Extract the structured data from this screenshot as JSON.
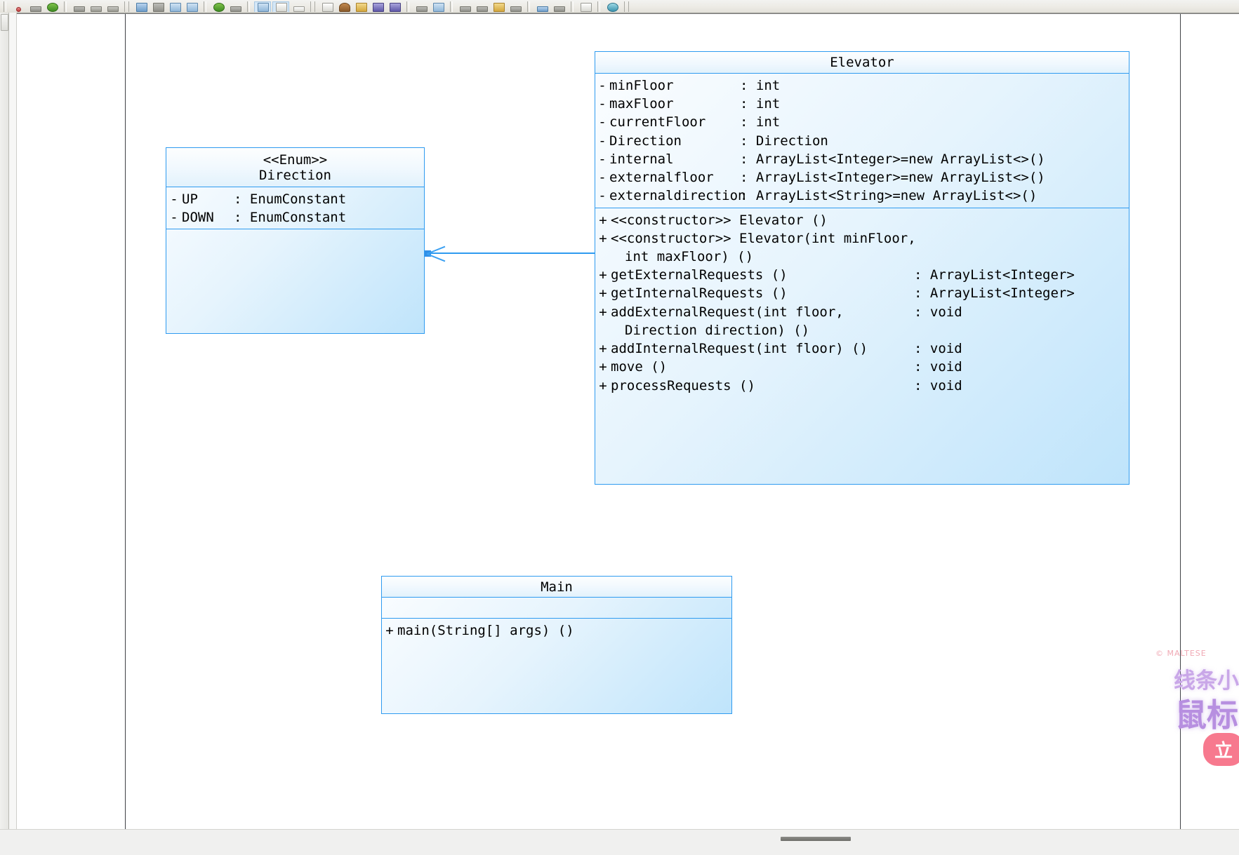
{
  "app": {
    "toolbar": {
      "groups": [
        {
          "name": "edit-group",
          "buttons": [
            {
              "icon": "pen-icon"
            },
            {
              "icon": "eyedropper-icon"
            },
            {
              "icon": "people-icon"
            }
          ]
        },
        {
          "name": "history-group",
          "buttons": [
            {
              "icon": "rectangle-icon"
            },
            {
              "icon": "undo-arrow-icon"
            },
            {
              "icon": "redo-arrow-icon"
            }
          ]
        },
        {
          "name": "align-group",
          "buttons": [
            {
              "icon": "align-top-icon"
            },
            {
              "icon": "align-middle-icon"
            },
            {
              "icon": "align-left-icon"
            },
            {
              "icon": "align-right-icon"
            }
          ]
        },
        {
          "name": "view-group",
          "buttons": [
            {
              "icon": "globe-icon"
            },
            {
              "icon": "cloud-icon"
            }
          ]
        },
        {
          "name": "model-group",
          "buttons": [
            {
              "icon": "diagram-package-icon"
            },
            {
              "icon": "class-list-icon"
            },
            {
              "icon": "properties-icon"
            }
          ]
        },
        {
          "name": "file-group",
          "buttons": [
            {
              "icon": "new-document-icon"
            },
            {
              "icon": "open-folder-brown-icon"
            },
            {
              "icon": "open-folder-gold-icon"
            },
            {
              "icon": "save-icon"
            },
            {
              "icon": "save-all-icon"
            }
          ]
        },
        {
          "name": "print-group",
          "buttons": [
            {
              "icon": "print-icon"
            },
            {
              "icon": "print-preview-icon"
            }
          ]
        },
        {
          "name": "clipboard-group",
          "buttons": [
            {
              "icon": "cut-scissors-icon"
            },
            {
              "icon": "copy-icon"
            },
            {
              "icon": "paste-icon"
            },
            {
              "icon": "format-painter-icon"
            }
          ]
        },
        {
          "name": "zoom-group",
          "buttons": [
            {
              "icon": "zoom-in-pointer-icon"
            },
            {
              "icon": "zoom-out-icon"
            }
          ]
        },
        {
          "name": "layout-group",
          "buttons": [
            {
              "icon": "grid-icon"
            }
          ]
        },
        {
          "name": "help-group",
          "buttons": [
            {
              "icon": "help-globe-icon"
            }
          ]
        }
      ]
    },
    "accent_color": "#2f9bf0",
    "canvas_background": "#ffffff",
    "guide_color": "#3f4246",
    "guides_x": [
      154,
      1657
    ]
  },
  "diagram": {
    "type": "uml-class-diagram",
    "classes": [
      {
        "id": "elevator",
        "name": "Elevator",
        "stereotype": "",
        "attributes": [
          {
            "visibility": "-",
            "name": "minFloor",
            "sep": ":",
            "type": "int"
          },
          {
            "visibility": "-",
            "name": "maxFloor",
            "sep": ":",
            "type": "int"
          },
          {
            "visibility": "-",
            "name": "currentFloor",
            "sep": ":",
            "type": "int"
          },
          {
            "visibility": "-",
            "name": "Direction",
            "sep": ":",
            "type": "Direction"
          },
          {
            "visibility": "-",
            "name": "internal",
            "sep": ":",
            "type": "ArrayList<Integer>=new ArrayList<>()"
          },
          {
            "visibility": "-",
            "name": "externalfloor",
            "sep": ":",
            "type": "ArrayList<Integer>=new ArrayList<>()"
          },
          {
            "visibility": "-",
            "name": "externaldirection",
            "sep": ":",
            "type": "ArrayList<String>=new ArrayList<>()"
          }
        ],
        "methods": [
          {
            "visibility": "+",
            "name": "<<constructor>> Elevator ()",
            "continuation": "",
            "sep": "",
            "type": ""
          },
          {
            "visibility": "+",
            "name": "<<constructor>> Elevator(int minFloor,",
            "continuation": "int maxFloor) ()",
            "sep": "",
            "type": ""
          },
          {
            "visibility": "+",
            "name": "getExternalRequests ()",
            "continuation": "",
            "sep": ":",
            "type": "ArrayList<Integer>"
          },
          {
            "visibility": "+",
            "name": "getInternalRequests ()",
            "continuation": "",
            "sep": ":",
            "type": "ArrayList<Integer>"
          },
          {
            "visibility": "+",
            "name": "addExternalRequest(int floor,",
            "continuation": "Direction direction) ()",
            "sep": ":",
            "type": "void"
          },
          {
            "visibility": "+",
            "name": "addInternalRequest(int floor) ()",
            "continuation": "",
            "sep": ":",
            "type": "void"
          },
          {
            "visibility": "+",
            "name": "move ()",
            "continuation": "",
            "sep": ":",
            "type": "void"
          },
          {
            "visibility": "+",
            "name": "processRequests ()",
            "continuation": "",
            "sep": ":",
            "type": "void"
          }
        ]
      },
      {
        "id": "direction",
        "name": "Direction",
        "stereotype": "<<Enum>>",
        "attributes": [
          {
            "visibility": "-",
            "name": "UP",
            "sep": ":",
            "type": "EnumConstant"
          },
          {
            "visibility": "-",
            "name": "DOWN",
            "sep": ":",
            "type": "EnumConstant"
          }
        ],
        "methods": []
      },
      {
        "id": "main",
        "name": "Main",
        "stereotype": "",
        "attributes": [],
        "methods": [
          {
            "visibility": "+",
            "name": "main(String[] args) ()",
            "continuation": "",
            "sep": "",
            "type": ""
          }
        ]
      }
    ],
    "relationships": [
      {
        "name": "elevator-to-direction",
        "kind": "association",
        "source": "Elevator",
        "target": "Direction",
        "arrow": "open-arrow"
      }
    ]
  },
  "watermark": {
    "copyright": "© MALTESE",
    "line1": "线条小",
    "line2": "鼠标",
    "button": "立"
  }
}
